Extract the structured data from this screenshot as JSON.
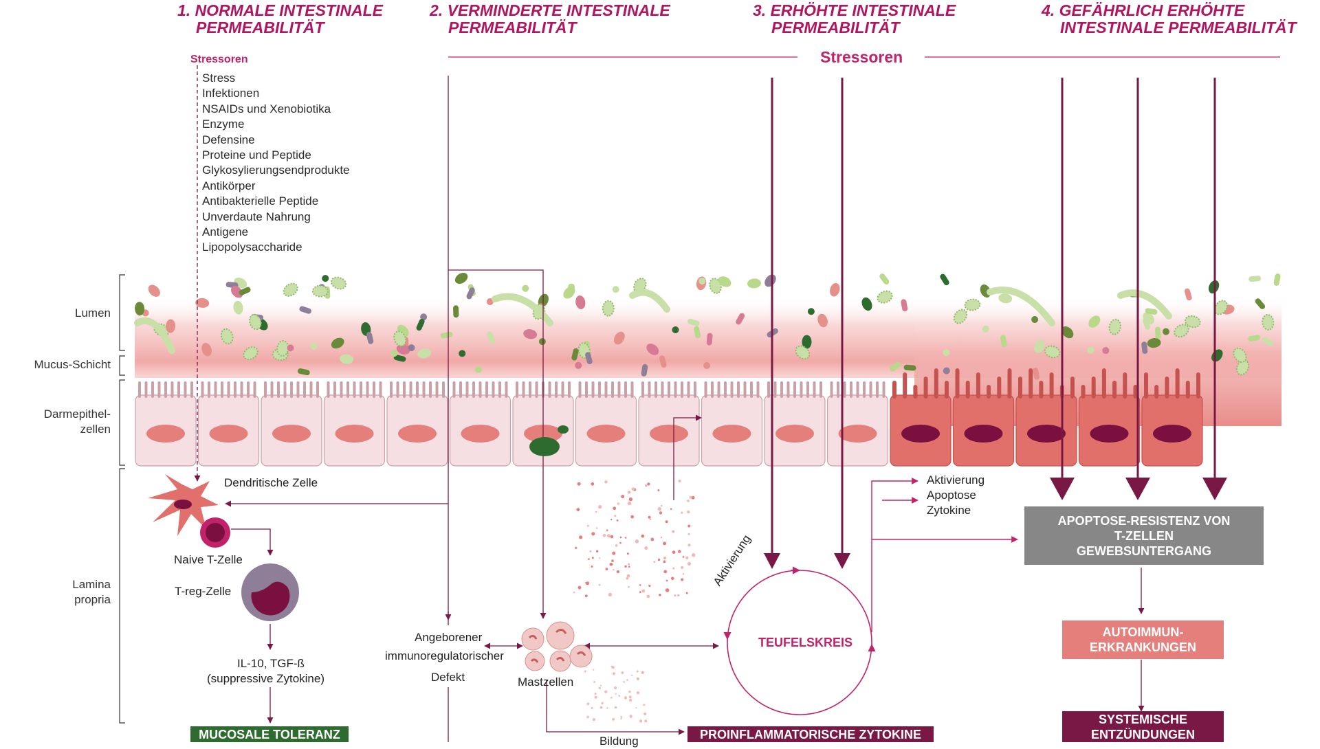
{
  "headings": {
    "h1a": "1. NORMALE INTESTINALE",
    "h1b": "PERMEABILITÄT",
    "h2a": "2. VERMINDERTE INTESTINALE",
    "h2b": "PERMEABILITÄT",
    "h3a": "3. ERHÖHTE INTESTINALE",
    "h3b": "PERMEABILITÄT",
    "h4a": "4. GEFÄHRLICH ERHÖHTE",
    "h4b": "INTESTINALE PERMEABILITÄT"
  },
  "stressors_small": "Stressoren",
  "stressors_large": "Stressoren",
  "stressor_list": [
    "Stress",
    "Infektionen",
    "NSAIDs und Xenobiotika",
    "Enzyme",
    "Defensine",
    "Proteine und Peptide",
    "Glykosylierungsendprodukte",
    "Antikörper",
    "Antibakterielle Peptide",
    "Unverdaute Nahrung",
    "Antigene",
    "Lipopolysaccharide"
  ],
  "layers": {
    "lumen": "Lumen",
    "mucus": "Mucus-Schicht",
    "epi_a": "Darmepithel-",
    "epi_b": "zellen",
    "lamina_a": "Lamina",
    "lamina_b": "propria"
  },
  "cells": {
    "dendritic": "Dendritische Zelle",
    "naive": "Naive T-Zelle",
    "treg": "T-reg-Zelle",
    "il10": "IL-10, TGF-ß",
    "suppressive": "(suppressive Zytokine)",
    "mast": "Mastzellen"
  },
  "defect": {
    "line1": "Angeborener",
    "line2": "immunoregulatorischer",
    "line3": "Defekt"
  },
  "effects": {
    "activation_list_1": "Aktivierung",
    "activation_list_2": "Apoptose",
    "activation_list_3": "Zytokine",
    "activation_curve": "Aktivierung",
    "formation": "Bildung"
  },
  "circle": "TEUFELSKREIS",
  "boxes": {
    "tolerance": "MUCOSALE TOLERANZ",
    "proinflammatory": "PROINFLAMMATORISCHE ZYTOKINE",
    "apoptosis_1": "APOPTOSE-RESISTENZ VON",
    "apoptosis_2": "T-ZELLEN",
    "apoptosis_3": "GEWEBSUNTERGANG",
    "autoimmune_1": "AUTOIMMUN-",
    "autoimmune_2": "ERKRANKUNGEN",
    "systemic_1": "SYSTEMISCHE",
    "systemic_2": "ENTZÜNDUNGEN"
  },
  "colors": {
    "magenta": "#b0155f",
    "dark_maroon": "#7a1845",
    "green_box": "#2e6b2f",
    "gray_box": "#878787",
    "salmon_box": "#e57f7b",
    "cell_normal": "#f6dfe2",
    "cell_inflamed": "#e2706a",
    "nucleus": "#e57f7b",
    "nucleus_dark": "#7a1040"
  },
  "icons": [
    "dendritic-cell-icon",
    "naive-t-cell-icon",
    "treg-cell-icon",
    "mast-cell-icon",
    "bacteria-icon",
    "arrow-icon"
  ]
}
